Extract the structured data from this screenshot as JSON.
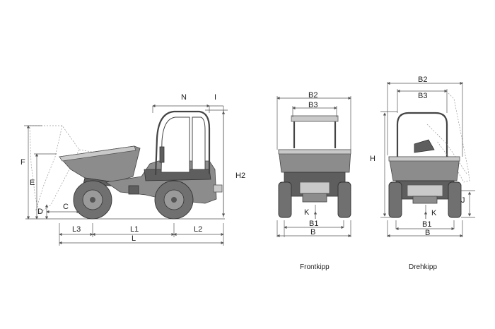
{
  "labels": {
    "N": "N",
    "I": "I",
    "H2": "H2",
    "F": "F",
    "E": "E",
    "D": "D",
    "C": "C",
    "L3": "L3",
    "L1": "L1",
    "L2": "L2",
    "L": "L",
    "front_B2": "B2",
    "front_B3": "B3",
    "front_K": "K",
    "front_B1": "B1",
    "front_B": "B",
    "rot_B2": "B2",
    "rot_B3": "B3",
    "rot_H": "H",
    "rot_J": "J",
    "rot_K": "K",
    "rot_B1": "B1",
    "rot_B": "B"
  },
  "captions": {
    "front": "Frontkipp",
    "rotate": "Drehkipp"
  }
}
